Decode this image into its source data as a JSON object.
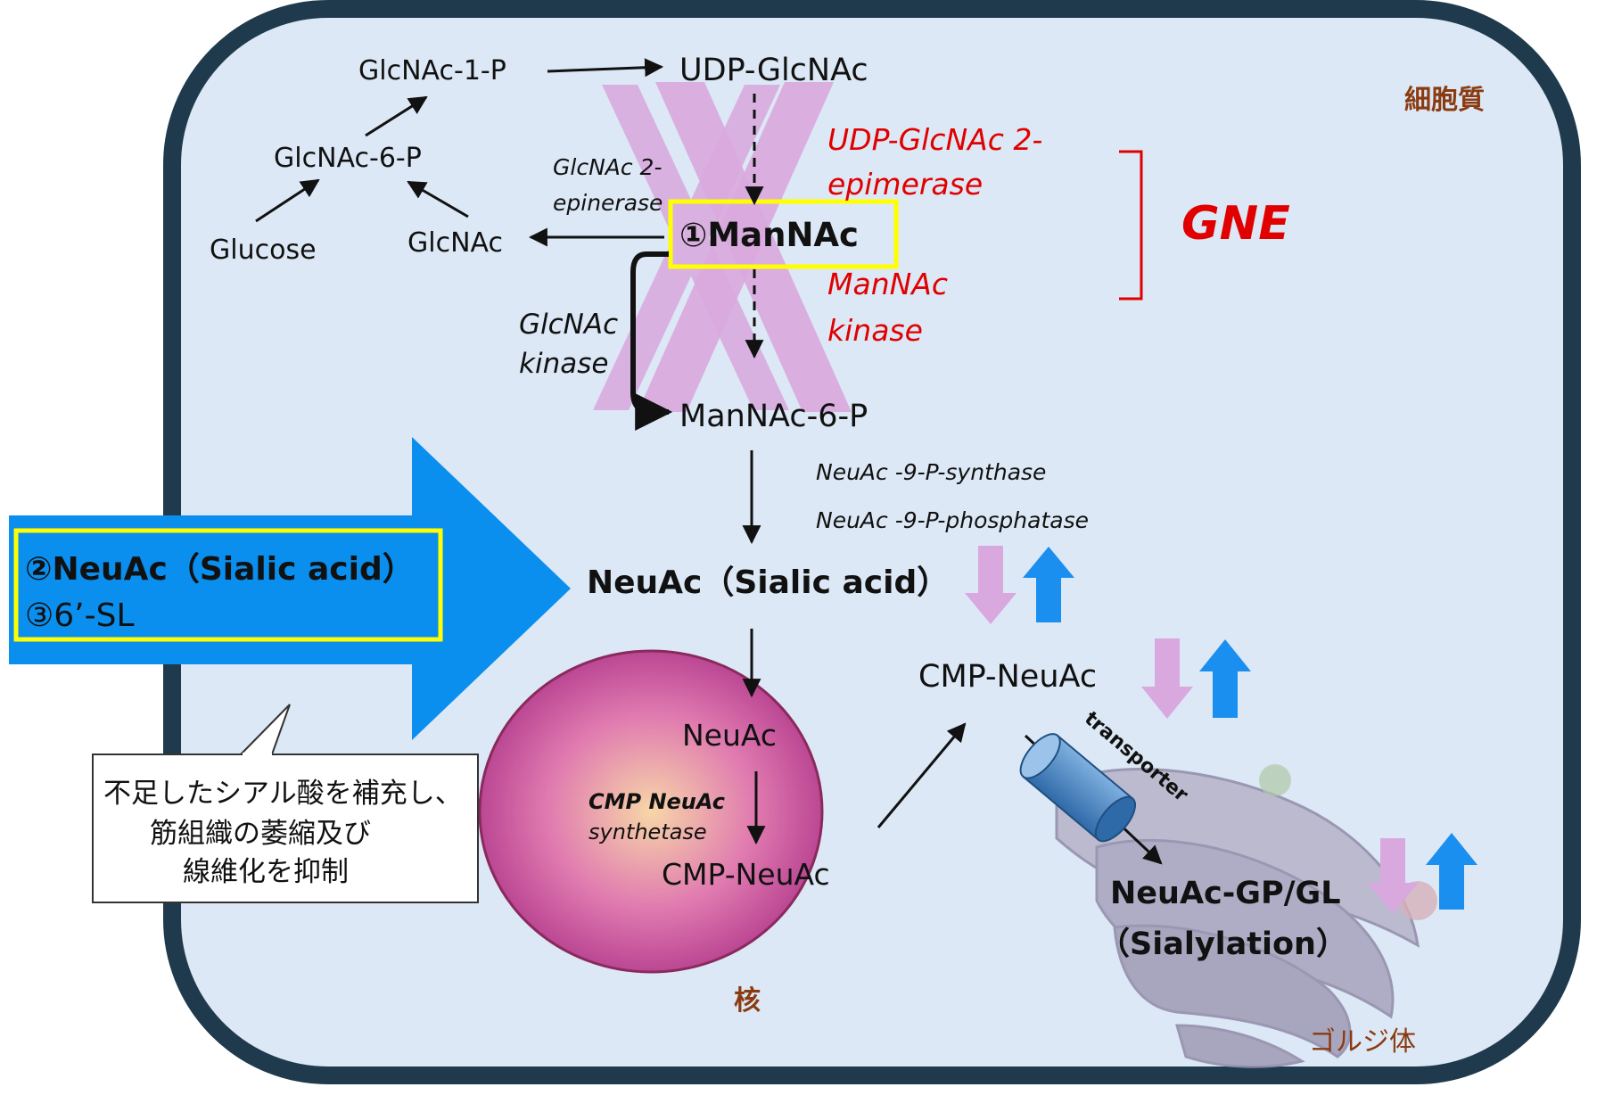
{
  "compartments": {
    "cytoplasm": "細胞質",
    "nucleus": "核",
    "golgi": "ゴルジ体"
  },
  "metabolites": {
    "glcnac_1_p": "GlcNAc-1-P",
    "udp_glcnac": "UDP-GlcNAc",
    "glcnac_6_p": "GlcNAc-6-P",
    "glucose": "Glucose",
    "glcnac": "GlcNAc",
    "mannac": "①ManNAc",
    "mannac_6_p": "ManNAc-6-P",
    "neuac": "NeuAc（Sialic acid）",
    "cmp_neuac": "CMP-NeuAc",
    "nucleus_neuac": "NeuAc",
    "nucleus_cmp_neuac": "CMP-NeuAc",
    "sialylation_line1": "NeuAc-GP/GL",
    "sialylation_line2": "（Sialylation）"
  },
  "enzymes": {
    "glcnac_2_epimerase_l1": "GlcNAc 2-",
    "glcnac_2_epimerase_l2": "epinerase",
    "udp_epimerase_l1": "UDP-GlcNAc 2-",
    "udp_epimerase_l2": "epimerase",
    "mannac_kinase_l1": "ManNAc",
    "mannac_kinase_l2": "kinase",
    "glcnac_kinase_l1": "GlcNAc",
    "glcnac_kinase_l2": "kinase",
    "neuac_synthase": "NeuAc -9-P-synthase",
    "neuac_phosphatase": "NeuAc -9-P-phosphatase",
    "cmp_synthetase_l1": "CMP NeuAc",
    "cmp_synthetase_l2": "synthetase",
    "transporter": "transporter"
  },
  "gne_label": "GNE",
  "supplement": {
    "line1": "②NeuAc（Sialic acid）",
    "line2": "③6’-SL"
  },
  "callout": {
    "line1": "不足したシアル酸を補充し、",
    "line2": "筋組織の萎縮及び",
    "line3": "線維化を抑制"
  },
  "colors": {
    "cell_fill": "#dce8f5",
    "cell_border": "#1f3a4d",
    "big_arrow": "#0a8fee",
    "highlight_box": "#ffff00",
    "cross": "#d9a8de",
    "up_arrow": "#1a8ff0",
    "down_arrow": "#d9a8de",
    "enzyme_red": "#e00000",
    "compartment_brown": "#8a3b12"
  }
}
